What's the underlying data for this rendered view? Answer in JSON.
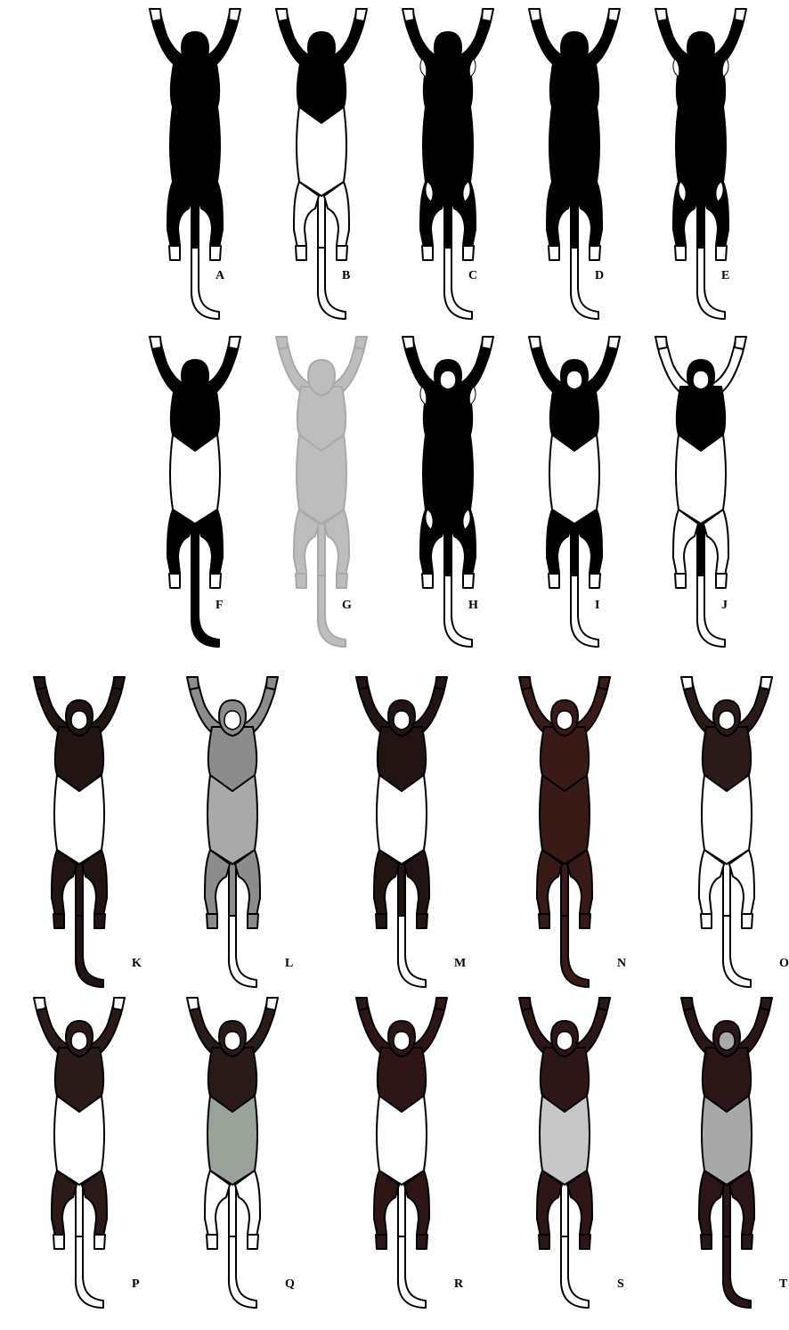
{
  "plate": {
    "figures": [
      {
        "label": "A",
        "head": "solid",
        "arms": "solid",
        "hands": "white",
        "chest": "dark",
        "belly": "dark",
        "legs": "dark",
        "feet": "white",
        "tail_upper": "dark",
        "tail_lower": "white",
        "edge": "black",
        "dark": "#000000"
      },
      {
        "label": "B",
        "head": "solid",
        "arms": "solid",
        "hands": "white",
        "chest": "dark",
        "belly": "white",
        "legs": "white",
        "feet": "white",
        "tail_upper": "white",
        "tail_lower": "white",
        "edge": "black",
        "dark": "#000000"
      },
      {
        "label": "C",
        "head": "solid",
        "arms": "solid",
        "hands": "white",
        "chest": "dark",
        "belly": "dark",
        "legs": "dark",
        "feet": "white",
        "tail_upper": "dark",
        "tail_lower": "white",
        "edge": "black",
        "dark": "#000000",
        "patches": true
      },
      {
        "label": "D",
        "head": "solid",
        "arms": "solid",
        "hands": "white",
        "chest": "dark",
        "belly": "dark",
        "legs": "dark",
        "feet": "white",
        "tail_upper": "dark",
        "tail_lower": "white",
        "edge": "black",
        "dark": "#000000"
      },
      {
        "label": "E",
        "head": "solid",
        "arms": "solid",
        "hands": "white",
        "chest": "dark",
        "belly": "dark",
        "legs": "dark",
        "feet": "white",
        "tail_upper": "dark",
        "tail_lower": "white",
        "edge": "black",
        "dark": "#000000",
        "patches": true
      },
      {
        "label": "F",
        "head": "solid",
        "arms": "solid",
        "hands": "white",
        "chest": "dark",
        "belly": "white",
        "legs": "dark",
        "feet": "white",
        "tail_upper": "dark",
        "tail_lower": "dark",
        "edge": "black",
        "dark": "#000000"
      },
      {
        "label": "G",
        "head": "solid",
        "arms": "solid",
        "hands": "dark",
        "chest": "dark",
        "belly": "dark",
        "legs": "dark",
        "feet": "dark",
        "tail_upper": "dark",
        "tail_lower": "dark",
        "edge": "grey",
        "dark": "#bdbdbd"
      },
      {
        "label": "H",
        "head": "face",
        "arms": "solid",
        "hands": "white",
        "chest": "dark",
        "belly": "dark",
        "legs": "dark",
        "feet": "white",
        "tail_upper": "dark",
        "tail_lower": "white",
        "edge": "black",
        "dark": "#000000",
        "patches": true
      },
      {
        "label": "I",
        "head": "face",
        "arms": "solid",
        "hands": "white",
        "chest": "dark",
        "belly": "white",
        "legs": "dark",
        "feet": "white",
        "tail_upper": "dark",
        "tail_lower": "white",
        "edge": "black",
        "dark": "#000000"
      },
      {
        "label": "J",
        "head": "face",
        "arms": "white",
        "hands": "white",
        "chest": "dark",
        "belly": "white",
        "legs": "white",
        "feet": "white",
        "tail_upper": "dark",
        "tail_lower": "white",
        "edge": "black",
        "dark": "#000000"
      },
      {
        "label": "K",
        "head": "face",
        "arms": "solid",
        "hands": "dark",
        "chest": "dark",
        "belly": "white",
        "legs": "dark",
        "feet": "dark",
        "tail_upper": "dark",
        "tail_lower": "dark",
        "edge": "black",
        "dark": "#231414"
      },
      {
        "label": "L",
        "head": "face",
        "arms": "solid",
        "hands": "dark",
        "chest": "dark",
        "belly": "dark",
        "legs": "dark",
        "feet": "dark",
        "tail_upper": "dark",
        "tail_lower": "white",
        "edge": "black",
        "dark": "#8c8c8c",
        "belly_color": "#a9a9a9"
      },
      {
        "label": "M",
        "head": "face",
        "arms": "solid",
        "hands": "dark",
        "chest": "dark",
        "belly": "white",
        "legs": "dark",
        "feet": "dark",
        "tail_upper": "dark",
        "tail_lower": "white",
        "edge": "black",
        "dark": "#231414"
      },
      {
        "label": "N",
        "head": "face",
        "arms": "solid",
        "hands": "dark",
        "chest": "dark",
        "belly": "dark",
        "legs": "dark",
        "feet": "dark",
        "tail_upper": "dark",
        "tail_lower": "dark",
        "edge": "black",
        "dark": "#3a1a16"
      },
      {
        "label": "O",
        "head": "face",
        "arms": "solid",
        "hands": "white",
        "chest": "dark",
        "belly": "white",
        "legs": "white",
        "feet": "white",
        "tail_upper": "white",
        "tail_lower": "white",
        "edge": "black",
        "dark": "#2a1a18"
      },
      {
        "label": "P",
        "head": "face",
        "arms": "solid",
        "hands": "white",
        "chest": "dark",
        "belly": "white",
        "legs": "dark",
        "feet": "white",
        "tail_upper": "white",
        "tail_lower": "white",
        "edge": "black",
        "dark": "#2a1a18"
      },
      {
        "label": "Q",
        "head": "face",
        "arms": "solid",
        "hands": "white",
        "chest": "dark",
        "belly": "dark",
        "legs": "white",
        "feet": "white",
        "tail_upper": "white",
        "tail_lower": "white",
        "edge": "black",
        "dark": "#2a1a18",
        "belly_color": "#9aa39a"
      },
      {
        "label": "R",
        "head": "face",
        "arms": "solid",
        "hands": "dark",
        "chest": "dark",
        "belly": "white",
        "legs": "dark",
        "feet": "dark",
        "tail_upper": "white",
        "tail_lower": "white",
        "edge": "black",
        "dark": "#2e1616"
      },
      {
        "label": "S",
        "head": "face",
        "arms": "solid",
        "hands": "dark",
        "chest": "dark",
        "belly": "dark",
        "legs": "dark",
        "feet": "dark",
        "tail_upper": "white",
        "tail_lower": "white",
        "edge": "black",
        "dark": "#2e1616",
        "belly_color": "#c7c7c7"
      },
      {
        "label": "T",
        "head": "face",
        "arms": "solid",
        "hands": "dark",
        "chest": "dark",
        "belly": "dark",
        "legs": "dark",
        "feet": "dark",
        "tail_upper": "dark",
        "tail_lower": "dark",
        "edge": "black",
        "dark": "#2a1616",
        "belly_color": "#a8a8a8",
        "head_color": "#a8a8a8"
      }
    ]
  }
}
